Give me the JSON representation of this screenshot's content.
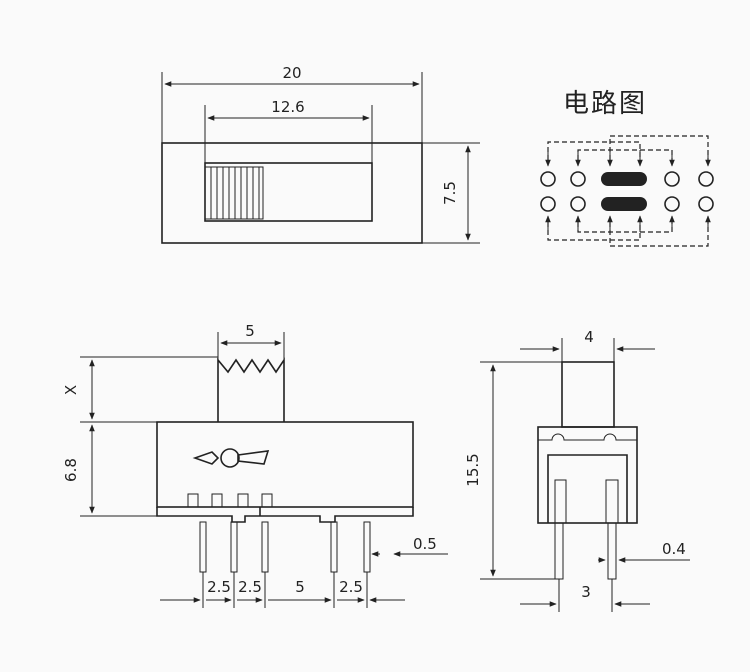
{
  "circuit_title": "电路图",
  "dimensions": {
    "top_width": "20",
    "slider_width": "12.6",
    "top_height": "7.5",
    "handle_width": "5",
    "handle_height": "X",
    "body_height": "6.8",
    "pin_thickness": "0.5",
    "pitch_a": "2.5",
    "pitch_b": "2.5",
    "pitch_c": "5",
    "pitch_d": "2.5",
    "side_handle_width": "4",
    "total_height": "15.5",
    "side_pin_thickness": "0.4",
    "side_pin_spacing": "3"
  }
}
